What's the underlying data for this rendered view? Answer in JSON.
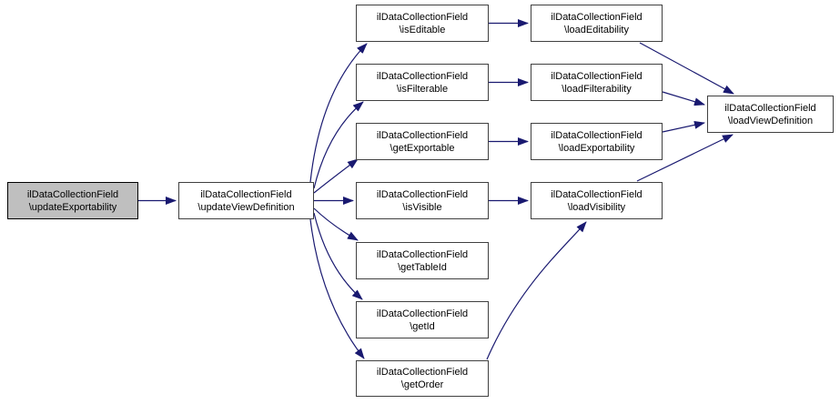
{
  "diagram": {
    "type": "call-graph",
    "background": "#ffffff",
    "edge_color": "#191970",
    "node_border_color": "#404040",
    "highlight_fill": "#bfbfbf",
    "nodes": [
      {
        "id": "updateExportability",
        "label": "ilDataCollectionField\n\\updateExportability",
        "highlighted": true
      },
      {
        "id": "updateViewDefinition",
        "label": "ilDataCollectionField\n\\updateViewDefinition",
        "highlighted": false
      },
      {
        "id": "isEditable",
        "label": "ilDataCollectionField\n\\isEditable",
        "highlighted": false
      },
      {
        "id": "isFilterable",
        "label": "ilDataCollectionField\n\\isFilterable",
        "highlighted": false
      },
      {
        "id": "getExportable",
        "label": "ilDataCollectionField\n\\getExportable",
        "highlighted": false
      },
      {
        "id": "isVisible",
        "label": "ilDataCollectionField\n\\isVisible",
        "highlighted": false
      },
      {
        "id": "getTableId",
        "label": "ilDataCollectionField\n\\getTableId",
        "highlighted": false
      },
      {
        "id": "getId",
        "label": "ilDataCollectionField\n\\getId",
        "highlighted": false
      },
      {
        "id": "getOrder",
        "label": "ilDataCollectionField\n\\getOrder",
        "highlighted": false
      },
      {
        "id": "loadEditability",
        "label": "ilDataCollectionField\n\\loadEditability",
        "highlighted": false
      },
      {
        "id": "loadFilterability",
        "label": "ilDataCollectionField\n\\loadFilterability",
        "highlighted": false
      },
      {
        "id": "loadExportability",
        "label": "ilDataCollectionField\n\\loadExportability",
        "highlighted": false
      },
      {
        "id": "loadVisibility",
        "label": "ilDataCollectionField\n\\loadVisibility",
        "highlighted": false
      },
      {
        "id": "loadViewDefinition",
        "label": "ilDataCollectionField\n\\loadViewDefinition",
        "highlighted": false
      }
    ],
    "edges": [
      {
        "from": "updateExportability",
        "to": "updateViewDefinition"
      },
      {
        "from": "updateViewDefinition",
        "to": "isEditable"
      },
      {
        "from": "updateViewDefinition",
        "to": "isFilterable"
      },
      {
        "from": "updateViewDefinition",
        "to": "getExportable"
      },
      {
        "from": "updateViewDefinition",
        "to": "isVisible"
      },
      {
        "from": "updateViewDefinition",
        "to": "getTableId"
      },
      {
        "from": "updateViewDefinition",
        "to": "getId"
      },
      {
        "from": "updateViewDefinition",
        "to": "getOrder"
      },
      {
        "from": "isEditable",
        "to": "loadEditability"
      },
      {
        "from": "isFilterable",
        "to": "loadFilterability"
      },
      {
        "from": "getExportable",
        "to": "loadExportability"
      },
      {
        "from": "isVisible",
        "to": "loadVisibility"
      },
      {
        "from": "loadEditability",
        "to": "loadViewDefinition"
      },
      {
        "from": "loadFilterability",
        "to": "loadViewDefinition"
      },
      {
        "from": "loadExportability",
        "to": "loadViewDefinition"
      },
      {
        "from": "loadVisibility",
        "to": "loadViewDefinition"
      },
      {
        "from": "getOrder",
        "to": "loadVisibility"
      }
    ]
  }
}
